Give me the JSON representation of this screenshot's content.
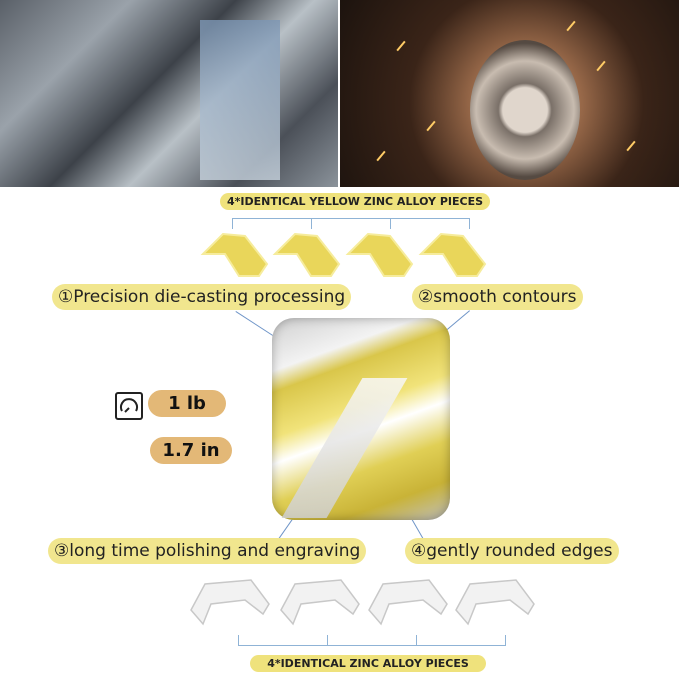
{
  "top_label": "4*IDENTICAL YELLOW ZINC ALLOY PIECES",
  "features": [
    "①Precision die-casting processing",
    "②smooth contours",
    "③long time polishing and engraving",
    "④gently rounded edges"
  ],
  "specs": {
    "weight": "1 lb",
    "size": "1.7 in",
    "weight_icon": "gauge-icon"
  },
  "bottom_label": "4*IDENTICAL ZINC ALLOY PIECES",
  "colors": {
    "yellow_pill": "#f1e68e",
    "tan_pill": "#e3b877",
    "gold": "#e6d35a"
  }
}
